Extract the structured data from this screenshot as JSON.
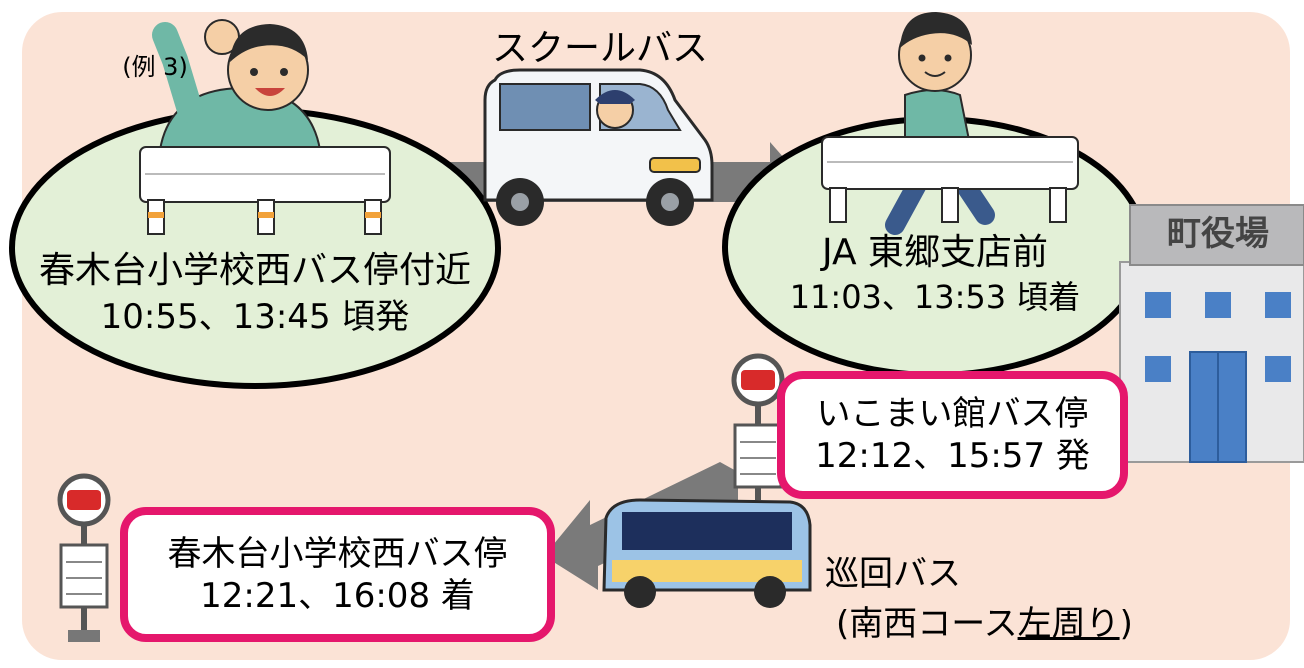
{
  "example_label": "(例 3)",
  "school_bus": {
    "label": "スクールバス"
  },
  "departure_stop": {
    "name": "春木台小学校西バス停付近",
    "time": "10:55、13:45 頃発"
  },
  "arrival_stop": {
    "name": "JA 東郷支店前",
    "time": "11:03、13:53 頃着"
  },
  "town_hall": {
    "label": "町役場"
  },
  "ikomai_stop": {
    "name": "いこまい館バス停",
    "time": "12:12、15:57 発"
  },
  "final_stop": {
    "name": "春木台小学校西バス停",
    "time": "12:21、16:08 着"
  },
  "loop_bus": {
    "label": "巡回バス",
    "course_prefix": "(南西コース",
    "course_direction": "左周り",
    "course_suffix": ")"
  },
  "colors": {
    "background": "#fbe3d6",
    "oval_fill": "#e3f0d7",
    "box_border": "#e5176c",
    "arrow": "#7a7a7a"
  }
}
